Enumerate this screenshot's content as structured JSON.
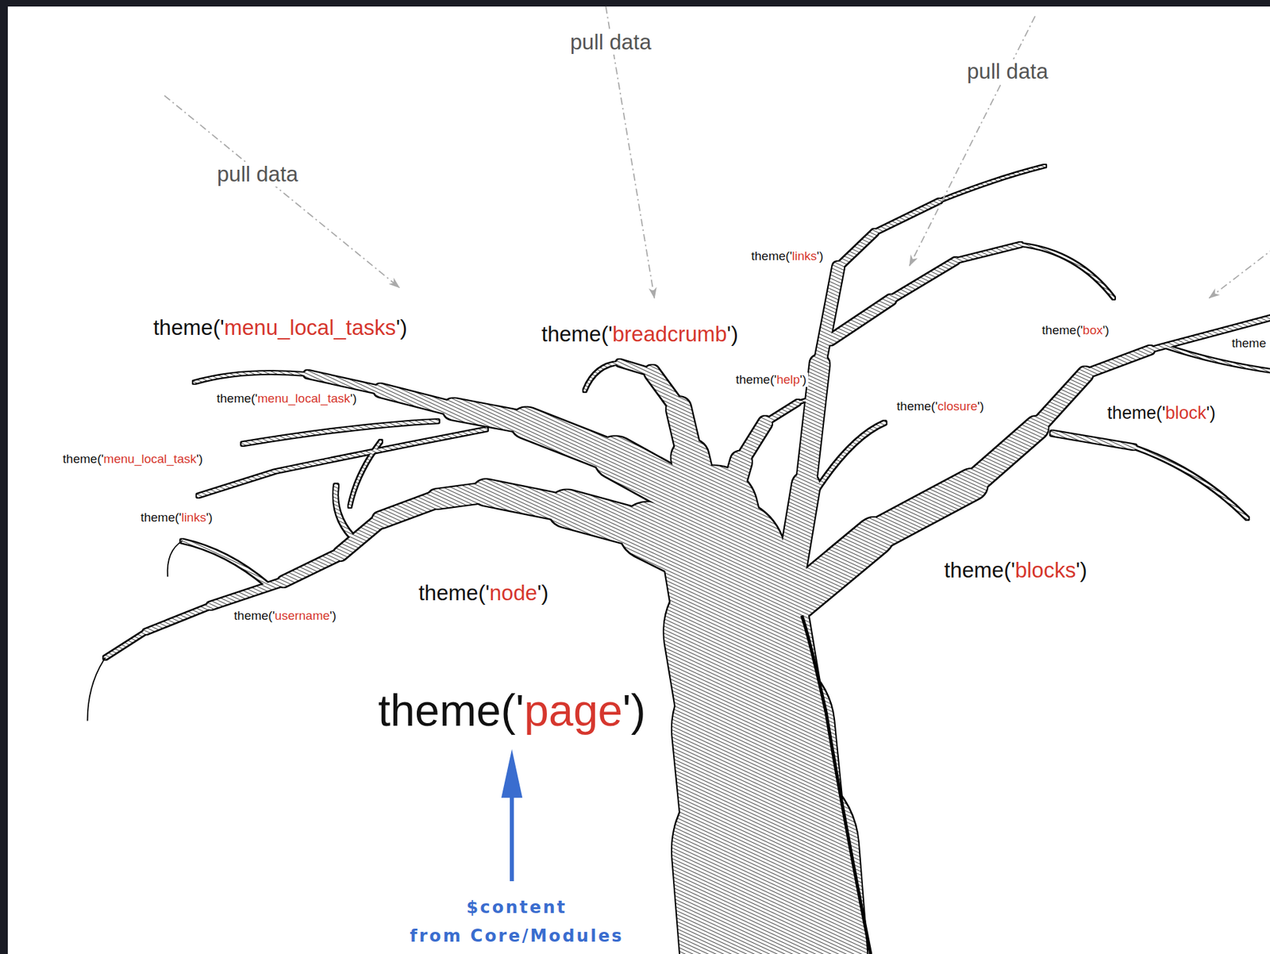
{
  "diagram": {
    "labels": [
      "pull data",
      "pull data",
      "pull data",
      "theme('links')",
      "theme('menu_local_tasks')",
      "theme('box')",
      "theme('breadcrumb')",
      "theme",
      "theme('help')",
      "theme('menu_local_task')",
      "theme('closure')",
      "theme('block')",
      "theme('menu_local_task')",
      "theme('links')",
      "theme('blocks')",
      "theme('node')",
      "theme('username')",
      "theme('page')",
      "$content from Core/Modules"
    ]
  }
}
